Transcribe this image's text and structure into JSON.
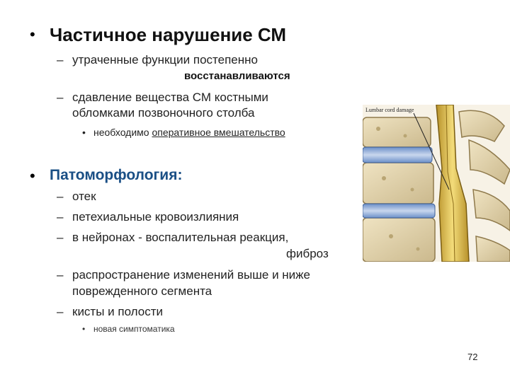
{
  "slide": {
    "section1": {
      "title": "Частичное нарушение СМ",
      "items": [
        {
          "line1": "утраченные функции постепенно",
          "line2": "восстанавливаются"
        },
        {
          "line1": "сдавление вещества СМ костными",
          "line2": "обломками позвоночного столба"
        }
      ],
      "subitem": {
        "prefix": "необходимо",
        "link": "оперативное вмешательство"
      }
    },
    "section2": {
      "title": "Патоморфология:",
      "items": [
        {
          "line1": "отек"
        },
        {
          "line1": "петехиальные кровоизлияния"
        },
        {
          "line1": "в нейронах - воспалительная реакция,",
          "line2": "фиброз"
        },
        {
          "line1": "распространение изменений выше и ниже",
          "line2": "поврежденного сегмента"
        },
        {
          "line1": "кисты и полости"
        }
      ],
      "subitem": "новая симптоматика"
    },
    "image_caption": "Lumbar cord damage",
    "page_number": "72"
  }
}
